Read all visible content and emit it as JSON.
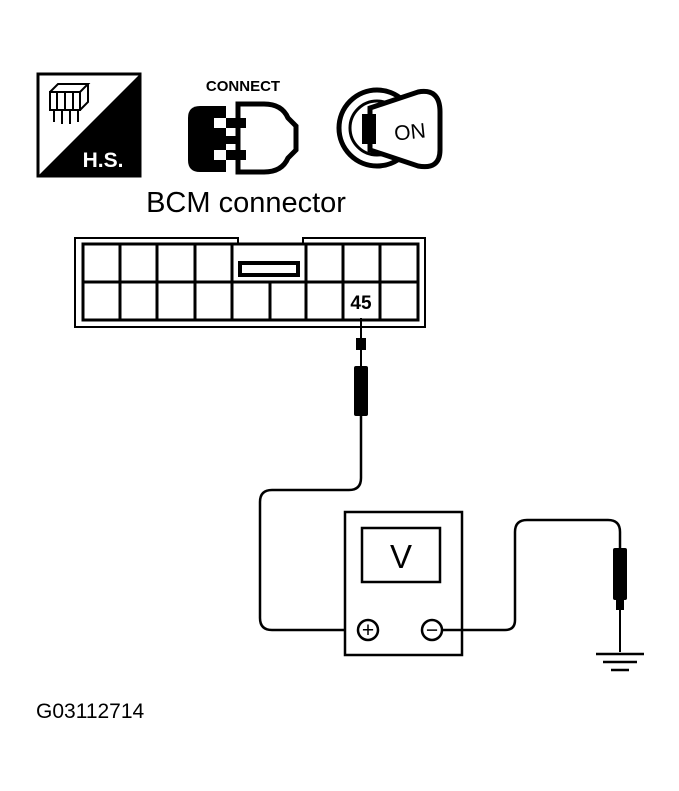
{
  "icons": {
    "harness_side_label": "H.S.",
    "connect_label": "CONNECT",
    "ignition_label": "ON"
  },
  "connector": {
    "title": "BCM connector",
    "terminal": "45"
  },
  "meter": {
    "unit": "V",
    "positive_symbol": "+",
    "negative_symbol": "−"
  },
  "figure_id": "G03112714"
}
